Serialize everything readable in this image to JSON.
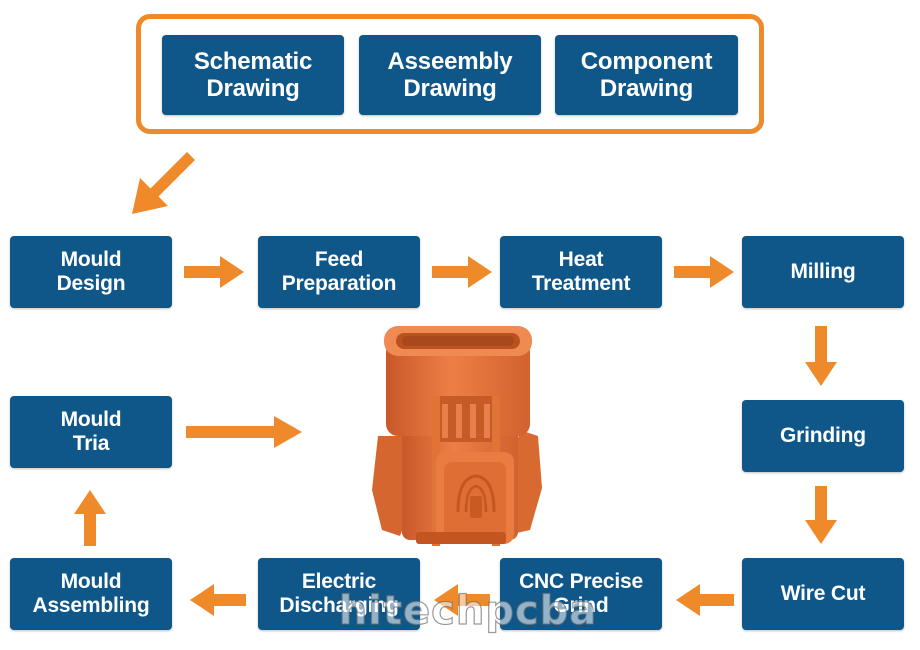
{
  "colors": {
    "box_fill": "#0f5789",
    "box_text": "#ffffff",
    "accent_orange": "#ee8a2a",
    "part_orange": "#e87a3c",
    "background": "#ffffff"
  },
  "drawings": [
    {
      "label": "Schematic\nDrawing"
    },
    {
      "label": "Asseembly\nDrawing"
    },
    {
      "label": "Component\nDrawing"
    }
  ],
  "process": {
    "mould_design": "Mould\nDesign",
    "feed_preparation": "Feed\nPreparation",
    "heat_treatment": "Heat\nTreatment",
    "milling": "Milling",
    "grinding": "Grinding",
    "wire_cut": "Wire Cut",
    "cnc_precise_grind": "CNC Precise\nGrind",
    "electric_discharging": "Electric\nDischarging",
    "mould_assembling": "Mould\nAssembling",
    "mould_tria": "Mould\nTria"
  },
  "image": {
    "subject": "orange-plastic-connector-housing"
  },
  "watermark": "hitechpcba"
}
